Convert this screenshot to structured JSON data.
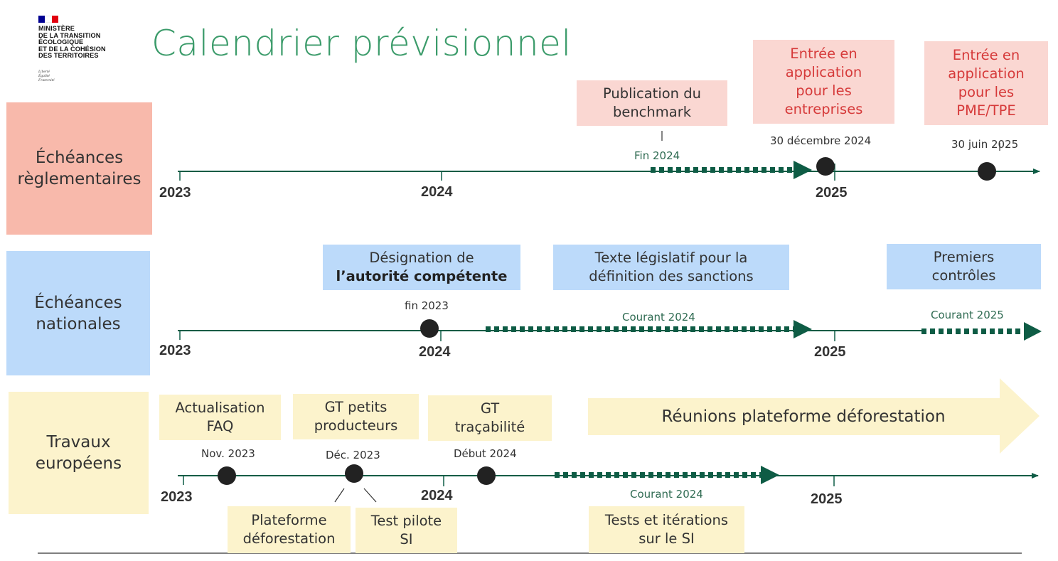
{
  "logo": {
    "lines": [
      "MINISTÈRE",
      "DE LA TRANSITION",
      "ÉCOLOGIQUE",
      "ET DE LA COHÉSION",
      "DES TERRITOIRES"
    ],
    "motto": [
      "Liberté",
      "Égalité",
      "Fraternité"
    ],
    "flag_colors": [
      "#000091",
      "#ffffff",
      "#e1000f"
    ]
  },
  "title": "Calendrier prévisionnel",
  "colors": {
    "line": "#0e5c45",
    "pink": "#f8b9ab",
    "blue": "#bcdafa",
    "yellow": "#fcf3cc",
    "title_green": "#3b9b6a",
    "red_text": "#d63a3a"
  },
  "rows": {
    "reglementaires": {
      "category": [
        "Échéances",
        "règlementaires"
      ],
      "years": [
        "2023",
        "2024",
        "2025"
      ],
      "boxes": {
        "benchmark": [
          "Publication du",
          "benchmark"
        ],
        "entreprises": [
          "Entrée en",
          "application",
          "pour les",
          "entreprises"
        ],
        "pme": [
          "Entrée en",
          "application",
          "pour les",
          "PME/TPE"
        ]
      },
      "labels": {
        "fin2024": "Fin 2024",
        "dec2024": "30 décembre 2024",
        "jun2025": "30 juin 2025"
      }
    },
    "nationales": {
      "category": [
        "Échéances",
        "nationales"
      ],
      "years": [
        "2023",
        "2024",
        "2025"
      ],
      "boxes": {
        "autorite_line1": "Désignation de",
        "autorite_line2": "l’autorité compétente",
        "texte": [
          "Texte législatif pour la",
          "définition des sanctions"
        ],
        "controles": [
          "Premiers",
          "contrôles"
        ]
      },
      "labels": {
        "fin2023": "fin 2023",
        "courant2024": "Courant 2024",
        "courant2025": "Courant 2025"
      }
    },
    "europeens": {
      "category": [
        "Travaux",
        "européens"
      ],
      "years": [
        "2023",
        "2024",
        "2025"
      ],
      "boxes": {
        "faq": [
          "Actualisation",
          "FAQ"
        ],
        "gt_petits": [
          "GT petits",
          "producteurs"
        ],
        "gt_traca": [
          "GT",
          "traçabilité"
        ],
        "reunions": "Réunions plateforme déforestation",
        "plateforme": [
          "Plateforme",
          "déforestation"
        ],
        "pilote": [
          "Test pilote",
          "SI"
        ],
        "tests": [
          "Tests et itérations",
          "sur le SI"
        ]
      },
      "labels": {
        "nov2023": "Nov. 2023",
        "dec2023": "Déc. 2023",
        "debut2024": "Début 2024",
        "courant2024": "Courant 2024"
      }
    }
  }
}
